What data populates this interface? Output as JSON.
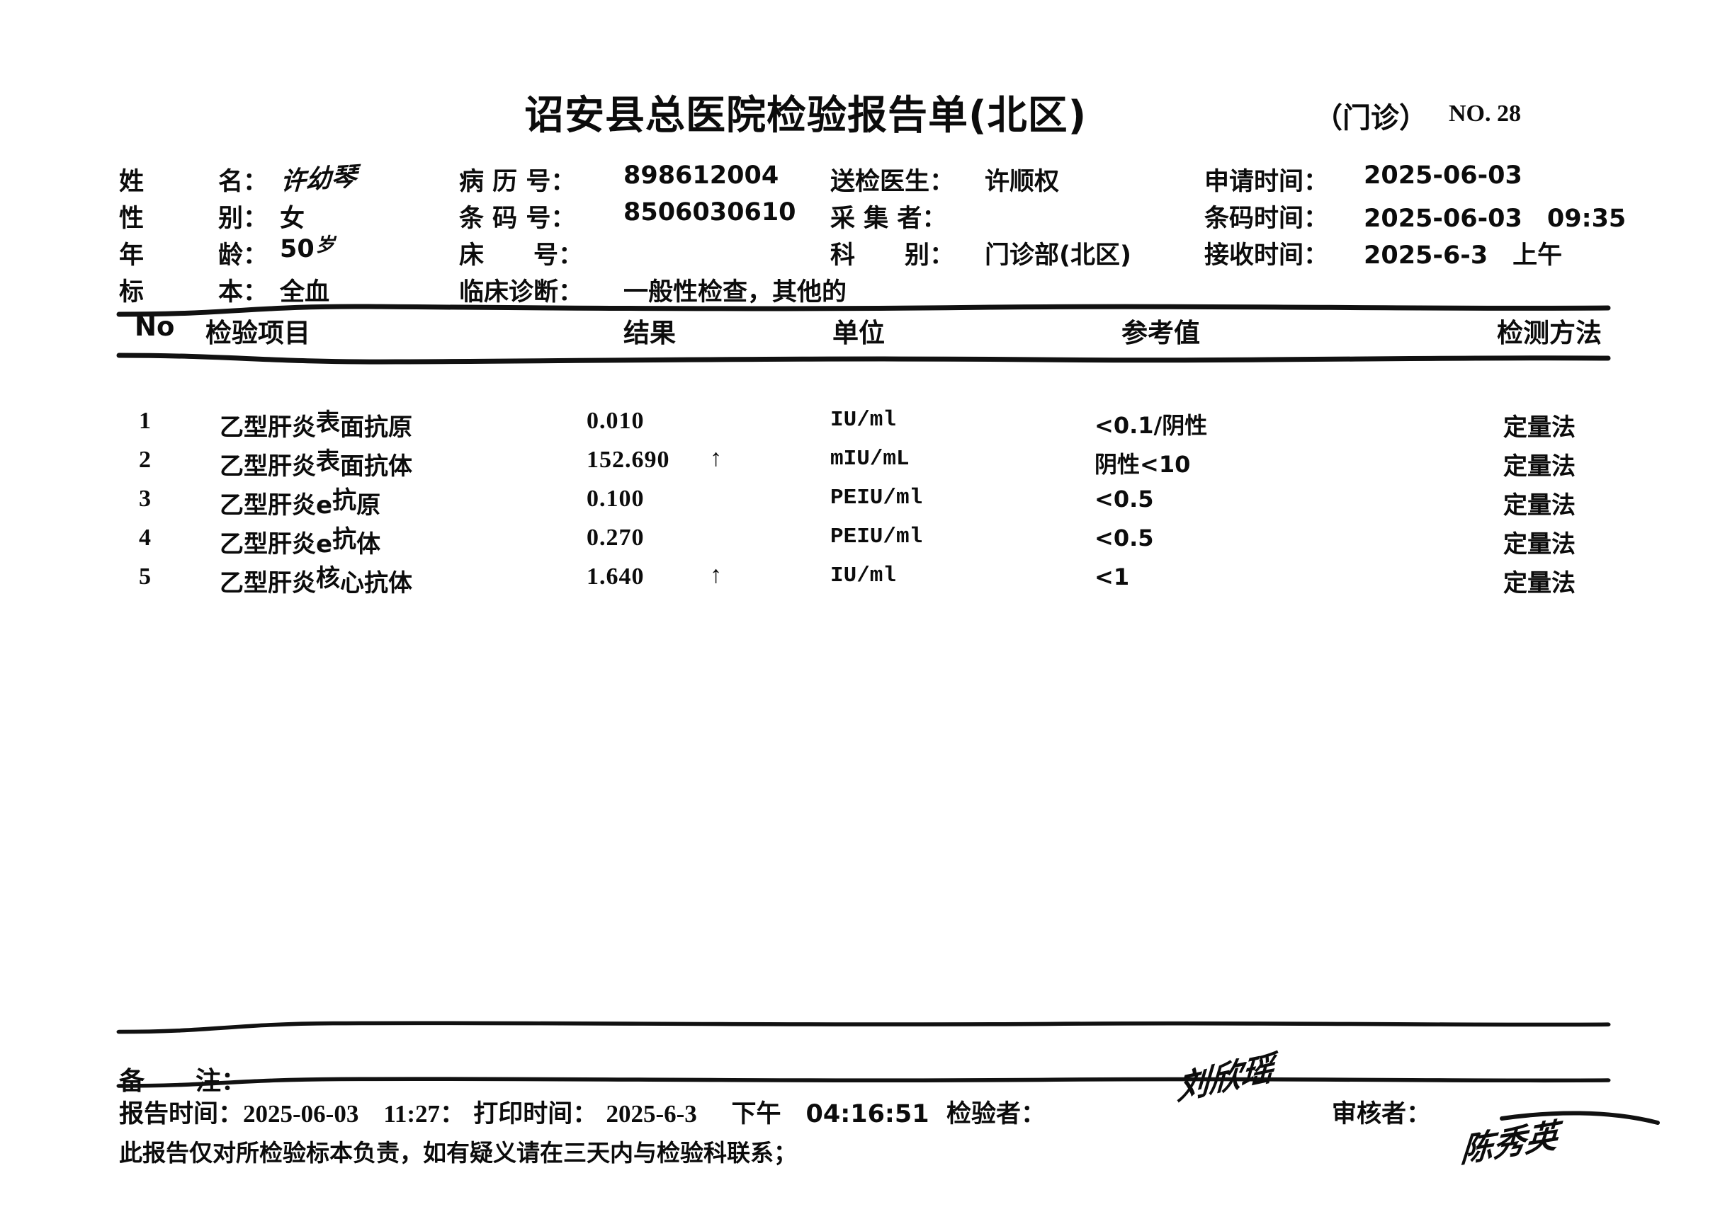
{
  "header": {
    "title": "诏安县总医院检验报告单(北区)",
    "visit_type": "（门诊）",
    "serial_label": "NO. 28"
  },
  "patient": {
    "name_label": "姓　　　名：",
    "name_value": "许幼琴",
    "gender_label": "性　　　别：",
    "gender_value": "女",
    "age_label": "年　　　龄：",
    "age_value": "50",
    "age_unit": "岁",
    "sample_label": "标　　　本：",
    "sample_value": "全血",
    "record_no_label": "病 历 号：",
    "record_no_value": "898612004",
    "barcode_no_label": "条 码 号：",
    "barcode_no_value": "8506030610",
    "bed_no_label": "床　　号：",
    "bed_no_value": "",
    "diagnosis_label": "临床诊断：",
    "diagnosis_value": "一般性检查，其他的",
    "doctor_label": "送检医生：",
    "doctor_value": "许顺权",
    "collector_label": "采 集 者：",
    "collector_value": "",
    "department_label": "科　　别：",
    "department_value": "门诊部(北区)",
    "apply_time_label": "申请时间：",
    "apply_time_value": "2025-06-03",
    "barcode_time_label": "条码时间：",
    "barcode_time_value": "2025-06-03　09:35",
    "receive_time_label": "接收时间：",
    "receive_time_value": "2025-6-3　上午"
  },
  "table": {
    "columns": {
      "no": "No",
      "item": "检验项目",
      "result": "结果",
      "unit": "单位",
      "reference": "参考值",
      "method": "检测方法"
    },
    "rows": [
      {
        "no": "1",
        "item_main": "乙型肝炎",
        "item_sup": "表",
        "item_tail": "面抗原",
        "result": "0.010",
        "flag": "",
        "unit": "IU/ml",
        "reference": "<0.1/阴性",
        "method": "定量法"
      },
      {
        "no": "2",
        "item_main": "乙型肝炎",
        "item_sup": "表",
        "item_tail": "面抗体",
        "result": "152.690",
        "flag": "↑",
        "unit": "mIU/mL",
        "reference": "阴性<10",
        "method": "定量法"
      },
      {
        "no": "3",
        "item_main": "乙型肝炎e",
        "item_sup": "抗",
        "item_tail": "原",
        "result": "0.100",
        "flag": "",
        "unit": "PEIU/ml",
        "reference": "<0.5",
        "method": "定量法"
      },
      {
        "no": "4",
        "item_main": "乙型肝炎e",
        "item_sup": "抗",
        "item_tail": "体",
        "result": "0.270",
        "flag": "",
        "unit": "PEIU/ml",
        "reference": "<0.5",
        "method": "定量法"
      },
      {
        "no": "5",
        "item_main": "乙型肝炎",
        "item_sup": "核",
        "item_tail": "心抗体",
        "result": "1.640",
        "flag": "↑",
        "unit": "IU/ml",
        "reference": "<1",
        "method": "定量法"
      }
    ]
  },
  "footer": {
    "remark_label": "备　　注：",
    "remark_value": "",
    "report_time_label": "报告时间：",
    "report_time_value": "2025-06-03　11:27：",
    "print_time_label": "打印时间：",
    "print_time_value": "2025-6-3",
    "print_period": "下午　04:16:51",
    "checker_label": "检验者：",
    "checker_signature": "刘欣瑶",
    "auditor_label": "审核者：",
    "auditor_signature": "陈秀英",
    "disclaimer": "此报告仅对所检验标本负责，如有疑义请在三天内与检验科联系；"
  }
}
